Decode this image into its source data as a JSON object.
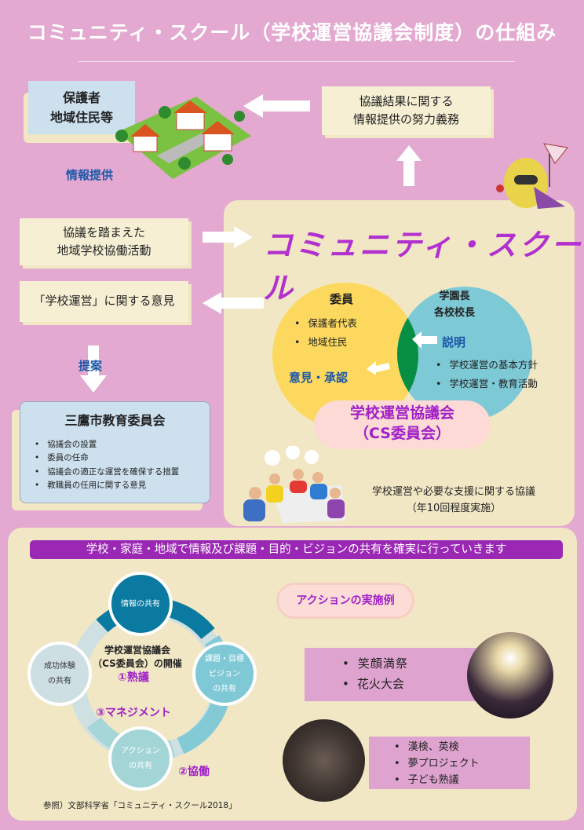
{
  "title": "コミュニティ・スクール（学校運営協議会制度）の仕組み",
  "guardians": {
    "line1": "保護者",
    "line2": "地域住民等"
  },
  "info_result": {
    "line1": "協議結果に関する",
    "line2": "情報提供の努力義務"
  },
  "info_provide": "情報提供",
  "collab": {
    "line1": "協議を踏まえた",
    "line2": "地域学校協働活動"
  },
  "opinion": "「学校運営」に関する意見",
  "proposal": "提案",
  "board": {
    "title": "三鷹市教育委員会",
    "items": [
      "協議会の設置",
      "委員の任命",
      "協議会の適正な運営を確保する措置",
      "教職員の任用に関する意見"
    ]
  },
  "cs_title": "コミュニティ・スクール",
  "venn": {
    "members_title": "委員",
    "members": [
      "保護者代表",
      "地域住民"
    ],
    "opinion_approval": "意見・承認",
    "principal_line1": "学園長",
    "principal_line2": "各校校長",
    "explain": "説明",
    "principal_items": [
      "学校運営の基本方針",
      "学校運営・教育活動"
    ]
  },
  "council": {
    "line1": "学校運営協議会",
    "line2": "（CS委員会）"
  },
  "meeting": {
    "line1": "学校運営や必要な支援に関する協議",
    "line2": "（年10回程度実施）"
  },
  "banner": "学校・家庭・地域で情報及び課題・目的・ビジョンの共有を確実に行っていきます",
  "cycle": {
    "info": "情報の共有",
    "goals": [
      "課題・目標",
      "ビジョン",
      "の共有"
    ],
    "action": [
      "アクション",
      "の共有"
    ],
    "success": [
      "成功体験",
      "の共有"
    ],
    "center1": "学校運営協議会",
    "center2": "（CS委員会）の開催",
    "step1": "①熟議",
    "step2": "②協働",
    "step3": "③マネジメント"
  },
  "actions": {
    "title": "アクションの実施例",
    "group1": [
      "笑顔満祭",
      "花火大会"
    ],
    "group2": [
      "漢検、英検",
      "夢プロジェクト",
      "子ども熟議"
    ]
  },
  "reference": "参照）文部科学省「コミュニティ・スクール2018」",
  "colors": {
    "background": "#e3a9d0",
    "cream": "#f1e7c4",
    "purple": "#a020c8",
    "blue": "#1d58a8"
  }
}
